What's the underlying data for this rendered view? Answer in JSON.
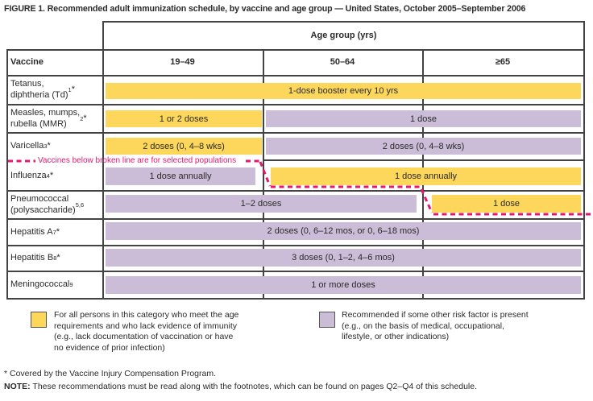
{
  "title": "FIGURE 1. Recommended adult immunization schedule, by vaccine and age group — United States, October 2005–September 2006",
  "colors": {
    "for_all_yellow": "#FCD75B",
    "risk_factor_purple": "#CBBDD8",
    "broken_line_pink": "#E6186E",
    "table_border": "#434343"
  },
  "table": {
    "age_group_header": "Age group (yrs)",
    "columns": [
      "Vaccine",
      "19–49",
      "50–64",
      "≥65"
    ],
    "rows": [
      {
        "label": "Tetanus,\ndiphtheria (Td)",
        "sup": "1",
        "star": "*",
        "bars": [
          {
            "span": "19–49, 50–64, ≥65",
            "type": "for_all",
            "text": "1-dose booster every 10 yrs"
          }
        ]
      },
      {
        "label": "Measles, mumps,\nrubella (MMR)",
        "sup": "2",
        "star": "*",
        "bars": [
          {
            "span": "19–49",
            "type": "for_all",
            "text": "1 or 2 doses"
          },
          {
            "span": "50–64, ≥65",
            "type": "risk_factor",
            "text": "1 dose"
          }
        ]
      },
      {
        "label": "Varicella",
        "sup": "3",
        "star": "*",
        "bars": [
          {
            "span": "19–49",
            "type": "for_all",
            "text": "2 doses (0, 4–8 wks)"
          },
          {
            "span": "50–64, ≥65",
            "type": "risk_factor",
            "text": "2 doses (0, 4–8 wks)"
          }
        ]
      },
      {
        "label": "Influenza",
        "sup": "4",
        "star": "*",
        "bars": [
          {
            "span": "19–49",
            "type": "risk_factor",
            "text": "1 dose annually"
          },
          {
            "span": "50–64, ≥65",
            "type": "for_all",
            "text": "1 dose annually"
          }
        ]
      },
      {
        "label": "Pneumococcal\n(polysaccharide)",
        "sup": "5,6",
        "star": "",
        "bars": [
          {
            "span": "19–49, 50–64",
            "type": "risk_factor",
            "text": "1–2 doses"
          },
          {
            "span": "≥65",
            "type": "for_all",
            "text": "1 dose"
          }
        ]
      },
      {
        "label": "Hepatitis A",
        "sup": "7",
        "star": "*",
        "bars": [
          {
            "span": "19–49, 50–64, ≥65",
            "type": "risk_factor",
            "text": "2 doses (0, 6–12 mos, or 0, 6–18 mos)"
          }
        ]
      },
      {
        "label": "Hepatitis B",
        "sup": "8",
        "star": "*",
        "bars": [
          {
            "span": "19–49, 50–64, ≥65",
            "type": "risk_factor",
            "text": "3 doses (0, 1–2, 4–6 mos)"
          }
        ]
      },
      {
        "label": "Meningococcal",
        "sup": "9",
        "star": "",
        "bars": [
          {
            "span": "19–49, 50–64, ≥65",
            "type": "risk_factor",
            "text": "1 or more doses"
          }
        ]
      }
    ]
  },
  "broken_line_note": "Vaccines below broken line are for selected populations",
  "legend": [
    {
      "swatch": "for_all_yellow",
      "text": "For all persons in this category who meet the age\nrequirements and who lack evidence of immunity\n(e.g., lack documentation of vaccination or have\nno evidence of prior infection)"
    },
    {
      "swatch": "risk_factor_purple",
      "text": "Recommended if some other risk factor is present\n(e.g., on the basis of medical, occupational,\nlifestyle, or other indications)"
    }
  ],
  "footnotes": {
    "asterisk": "* Covered by the Vaccine Injury Compensation Program.",
    "note_label": "NOTE:",
    "note_text": "These recommendations must be read along with the footnotes, which can be found on pages Q2–Q4 of this schedule."
  }
}
